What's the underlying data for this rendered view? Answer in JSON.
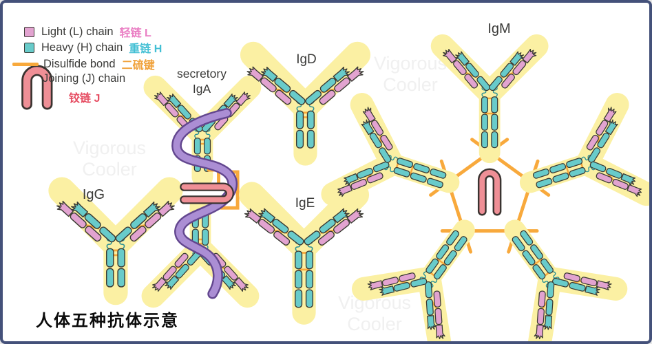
{
  "title": "人体五种抗体示意",
  "legend": {
    "items": [
      {
        "label_en": "Light (L) chain",
        "label_zh": "轻链 L",
        "zh_color": "#ea7fc4"
      },
      {
        "label_en": "Heavy (H) chain",
        "label_zh": "重链 H",
        "zh_color": "#42bfd4"
      },
      {
        "label_en": "Disulfide bond",
        "label_zh": "二硫键",
        "zh_color": "#f0a13a"
      },
      {
        "label_en": "Joining (J) chain",
        "label_zh": "铰链 J",
        "zh_color": "#e64e63"
      }
    ]
  },
  "antibodies": {
    "igg": "IgG",
    "iga_line1": "secretory",
    "iga_line2": "IgA",
    "igd": "IgD",
    "ige": "IgE",
    "igm": "IgM"
  },
  "watermark": {
    "line1": "Vigorous",
    "line2": "Cooler"
  },
  "palette": {
    "light_chain": "#e2a3d0",
    "heavy_chain": "#68cbca",
    "disulfide_bond": "#f8a93c",
    "j_chain": "#ef8f96",
    "secretory_component": "#ab8ed4",
    "wedge_yellow": "#fbf0a3",
    "outline": "#3a3a33",
    "frame_border": "#44517a",
    "watermark_gray": "#f0f0f0"
  }
}
